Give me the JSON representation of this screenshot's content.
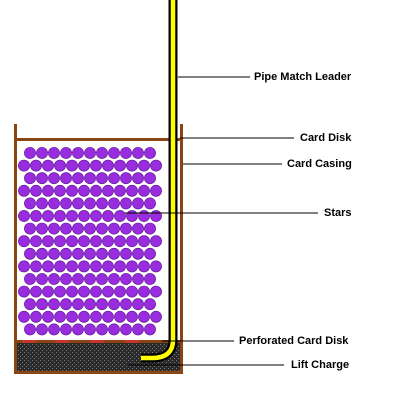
{
  "labels": {
    "pipe_match_leader": "Pipe Match Leader",
    "card_disk": "Card Disk",
    "card_casing": "Card Casing",
    "stars": "Stars",
    "perforated_card_disk": "Perforated Card Disk",
    "lift_charge": "Lift Charge"
  },
  "colors": {
    "casing": "#8b4513",
    "star_fill": "#9a2ce0",
    "star_stroke": "#5a1090",
    "leader_fill": "#ffff00",
    "leader_outline": "#000000",
    "lift_charge": "#2e2e2e",
    "perforation": "#c0392b",
    "leader_line": "#000000"
  },
  "stars": {
    "rows": 15,
    "per_row": [
      11,
      12
    ]
  }
}
